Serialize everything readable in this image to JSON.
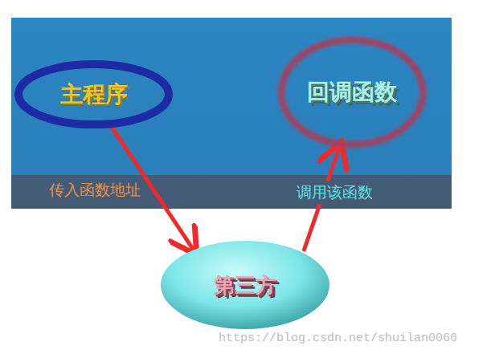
{
  "diagram": {
    "nodes": [
      {
        "text": [
          "主程序"
        ]
      },
      {
        "text": [
          "回调函数"
        ]
      },
      {
        "text": [
          "第三方"
        ]
      }
    ],
    "edges": [
      {
        "from": 0,
        "to": 2,
        "label": "传入函数地址",
        "arrow": "to"
      },
      {
        "from": 2,
        "to": 1,
        "label": "调用该函数",
        "arrow": "to"
      }
    ],
    "labels": [
      "https://blog.csdn.net/shuilan0066"
    ]
  }
}
